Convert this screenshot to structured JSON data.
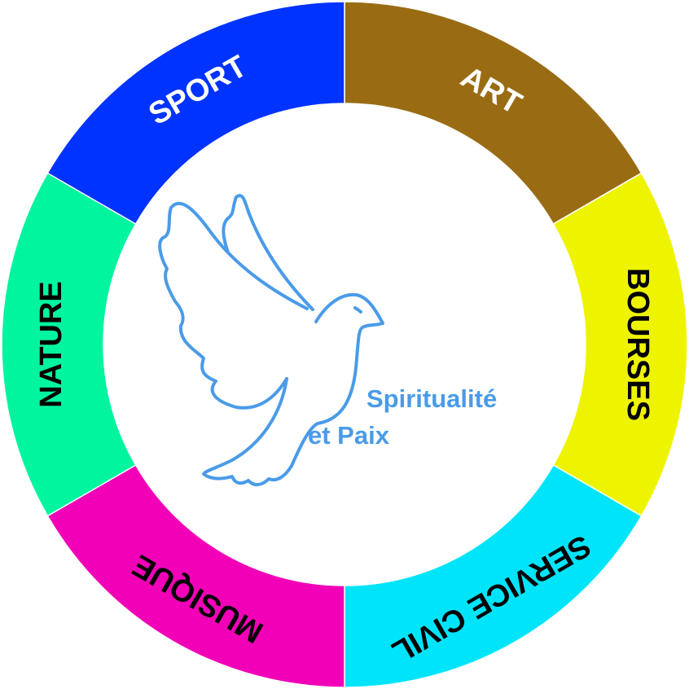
{
  "segments": [
    {
      "label": "ART",
      "color": "#996c14",
      "text_color": "#ffffff"
    },
    {
      "label": "BOURSES",
      "color": "#eef400",
      "text_color": "#000000"
    },
    {
      "label": "SERVICE CIVIL",
      "color": "#00e4fa",
      "text_color": "#000000"
    },
    {
      "label": "MUSIQUE",
      "color": "#f200b8",
      "text_color": "#000000"
    },
    {
      "label": "NATURE",
      "color": "#00f59e",
      "text_color": "#000000"
    },
    {
      "label": "SPORT",
      "color": "#0033ff",
      "text_color": "#ffffff"
    }
  ],
  "logo": {
    "line1": "Spiritualité",
    "line2": "et Paix",
    "color": "#4a9be8"
  }
}
